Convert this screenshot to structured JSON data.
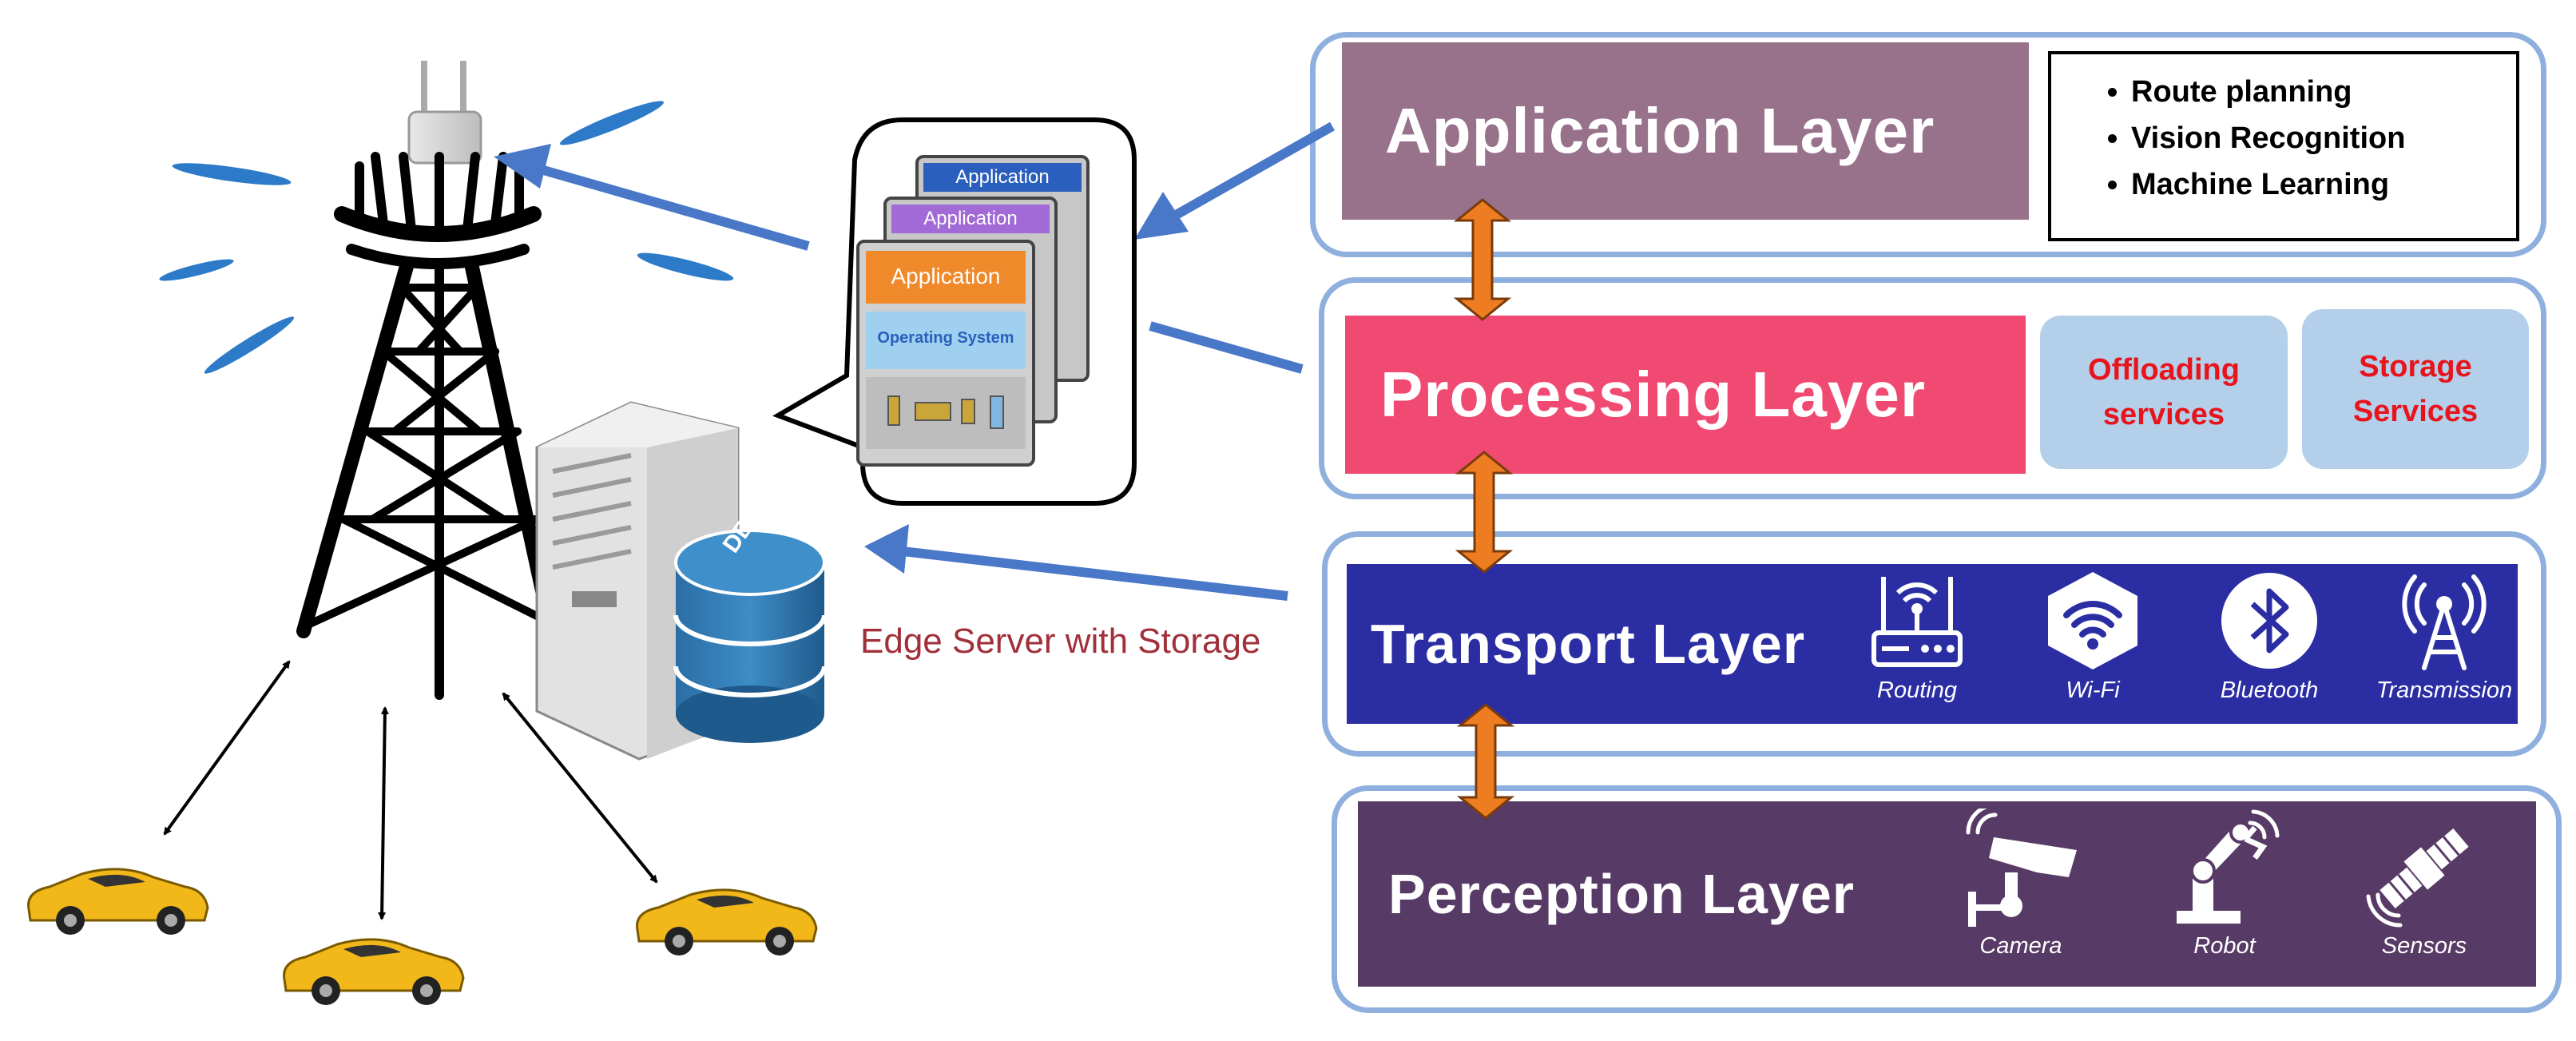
{
  "layers": {
    "application": {
      "title": "Application Layer",
      "bar_color": "#98728b",
      "items": [
        "Route planning",
        "Vision Recognition",
        "Machine Learning"
      ]
    },
    "processing": {
      "title": "Processing Layer",
      "bar_color": "#f04a72",
      "services": [
        "Offloading services",
        "Storage Services"
      ]
    },
    "transport": {
      "title": "Transport Layer",
      "bar_color": "#2b2ea3",
      "icons": [
        {
          "label": "Routing",
          "icon": "router-icon"
        },
        {
          "label": "Wi-Fi",
          "icon": "wifi-icon"
        },
        {
          "label": "Bluetooth",
          "icon": "bluetooth-icon"
        },
        {
          "label": "Transmission",
          "icon": "antenna-icon"
        }
      ]
    },
    "perception": {
      "title": "Perception Layer",
      "bar_color": "#573a66",
      "icons": [
        {
          "label": "Camera",
          "icon": "camera-icon"
        },
        {
          "label": "Robot",
          "icon": "robot-arm-icon"
        },
        {
          "label": "Sensors",
          "icon": "satellite-sensor-icon"
        }
      ]
    }
  },
  "edge": {
    "server_label": "Edge Server with Storage",
    "db_label": "DB",
    "stack_labels": [
      "Application",
      "Application",
      "Application",
      "Operating System"
    ]
  },
  "colors": {
    "frame_border": "#8fb0de",
    "arrow_blue": "#4a78c8",
    "arrow_orange": "#ee7d22",
    "service_box": "#b3cfea",
    "service_text": "#e8141c",
    "car_yellow": "#f2b81a"
  }
}
